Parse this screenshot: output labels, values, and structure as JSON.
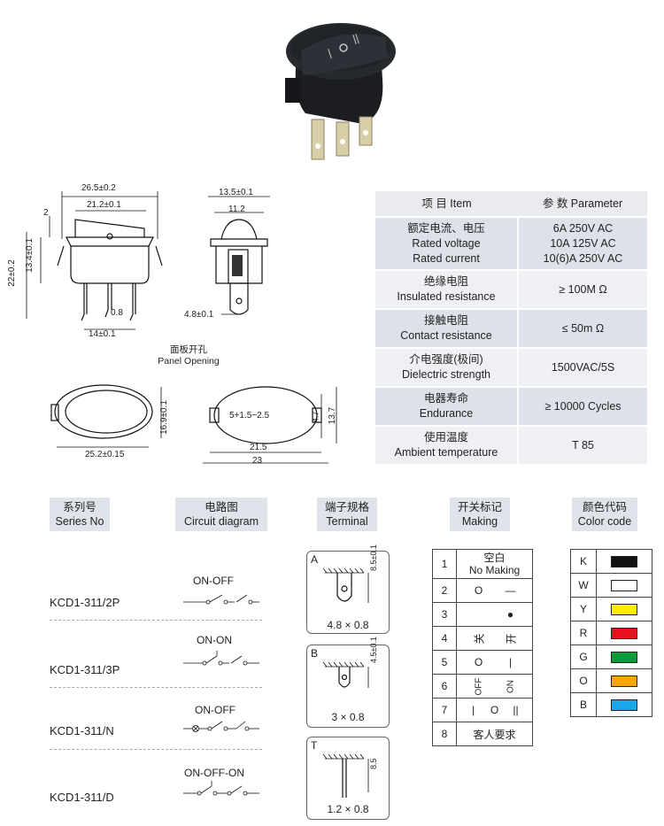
{
  "front_view": {
    "width_outer": "26.5±0.2",
    "width_inner": "21.2±0.1",
    "rocker_step": "2",
    "height_total": "22±0.2",
    "height_body": "13.4±0.1",
    "pin_gap": "0.8",
    "pin_span": "14±0.1"
  },
  "side_view": {
    "width_outer": "13.5±0.1",
    "width_inner": "11.2",
    "tab_width": "4.8±0.1"
  },
  "panel_opening": {
    "title_cn": "面板开孔",
    "title_en": "Panel Opening",
    "width": "25.2±0.15",
    "height": "16.9±0.1",
    "label_inside": "5+1.5~2.5",
    "plate_height_a": "4.7",
    "plate_height_b": "13.7",
    "plate_width_inner": "21.5",
    "plate_width_outer": "23"
  },
  "param_table": {
    "header_item": "项 目  Item",
    "header_param": "参 数  Parameter",
    "rows": [
      {
        "item": [
          "额定电流、电压",
          "Rated voltage",
          "Rated current"
        ],
        "value": [
          "6A  250V AC",
          "10A 125V AC",
          "10(6)A  250V AC"
        ]
      },
      {
        "item": [
          "绝缘电阻",
          "Insulated resistance"
        ],
        "value": [
          "≥ 100M Ω"
        ]
      },
      {
        "item": [
          "接触电阻",
          "Contact resistance"
        ],
        "value": [
          "≤ 50m Ω"
        ]
      },
      {
        "item": [
          "介电强度(极间)",
          "Dielectric strength"
        ],
        "value": [
          "1500VAC/5S"
        ]
      },
      {
        "item": [
          "电器寿命",
          "Endurance"
        ],
        "value": [
          "≥ 10000 Cycles"
        ]
      },
      {
        "item": [
          "使用温度",
          "Ambient temperature"
        ],
        "value": [
          "T 85"
        ]
      }
    ]
  },
  "headers": {
    "series": [
      "系列号",
      "Series No"
    ],
    "circuit": [
      "电路图",
      "Circuit diagram"
    ],
    "terminal": [
      "端子规格",
      "Terminal"
    ],
    "making": [
      "开关标记",
      "Making"
    ],
    "color": [
      "颜色代码",
      "Color code"
    ]
  },
  "series": [
    {
      "name": "KCD1-311/2P",
      "circuit": "ON-OFF"
    },
    {
      "name": "KCD1-311/3P",
      "circuit": "ON-ON"
    },
    {
      "name": "KCD1-311/N",
      "circuit": "ON-OFF"
    },
    {
      "name": "KCD1-311/D",
      "circuit": "ON-OFF-ON"
    }
  ],
  "terminals": [
    {
      "letter": "A",
      "height": "8.5±0.1",
      "size": "4.8 × 0.8"
    },
    {
      "letter": "B",
      "height": "4.5±0.1",
      "size": "3 × 0.8"
    },
    {
      "letter": "T",
      "height": "8.5",
      "size": "1.2 × 0.8"
    }
  ],
  "making": [
    {
      "num": "1",
      "text": "空白\nNo Making"
    },
    {
      "num": "2",
      "left": "O",
      "right": "—"
    },
    {
      "num": "3",
      "left": "",
      "right": "●"
    },
    {
      "num": "4",
      "left": "关",
      "right": "开"
    },
    {
      "num": "5",
      "left": "O",
      "right": "|"
    },
    {
      "num": "6",
      "left": "OFF",
      "right": "ON"
    },
    {
      "num": "7",
      "left": "|",
      "mid": "O",
      "right": "||"
    },
    {
      "num": "8",
      "text": "客人要求"
    }
  ],
  "colors": [
    {
      "code": "K",
      "hex": "#111111"
    },
    {
      "code": "W",
      "hex": "#ffffff"
    },
    {
      "code": "Y",
      "hex": "#ffee00"
    },
    {
      "code": "R",
      "hex": "#e8101c"
    },
    {
      "code": "G",
      "hex": "#0a9a3a"
    },
    {
      "code": "O",
      "hex": "#f7a600"
    },
    {
      "code": "B",
      "hex": "#1aa6e8"
    }
  ]
}
